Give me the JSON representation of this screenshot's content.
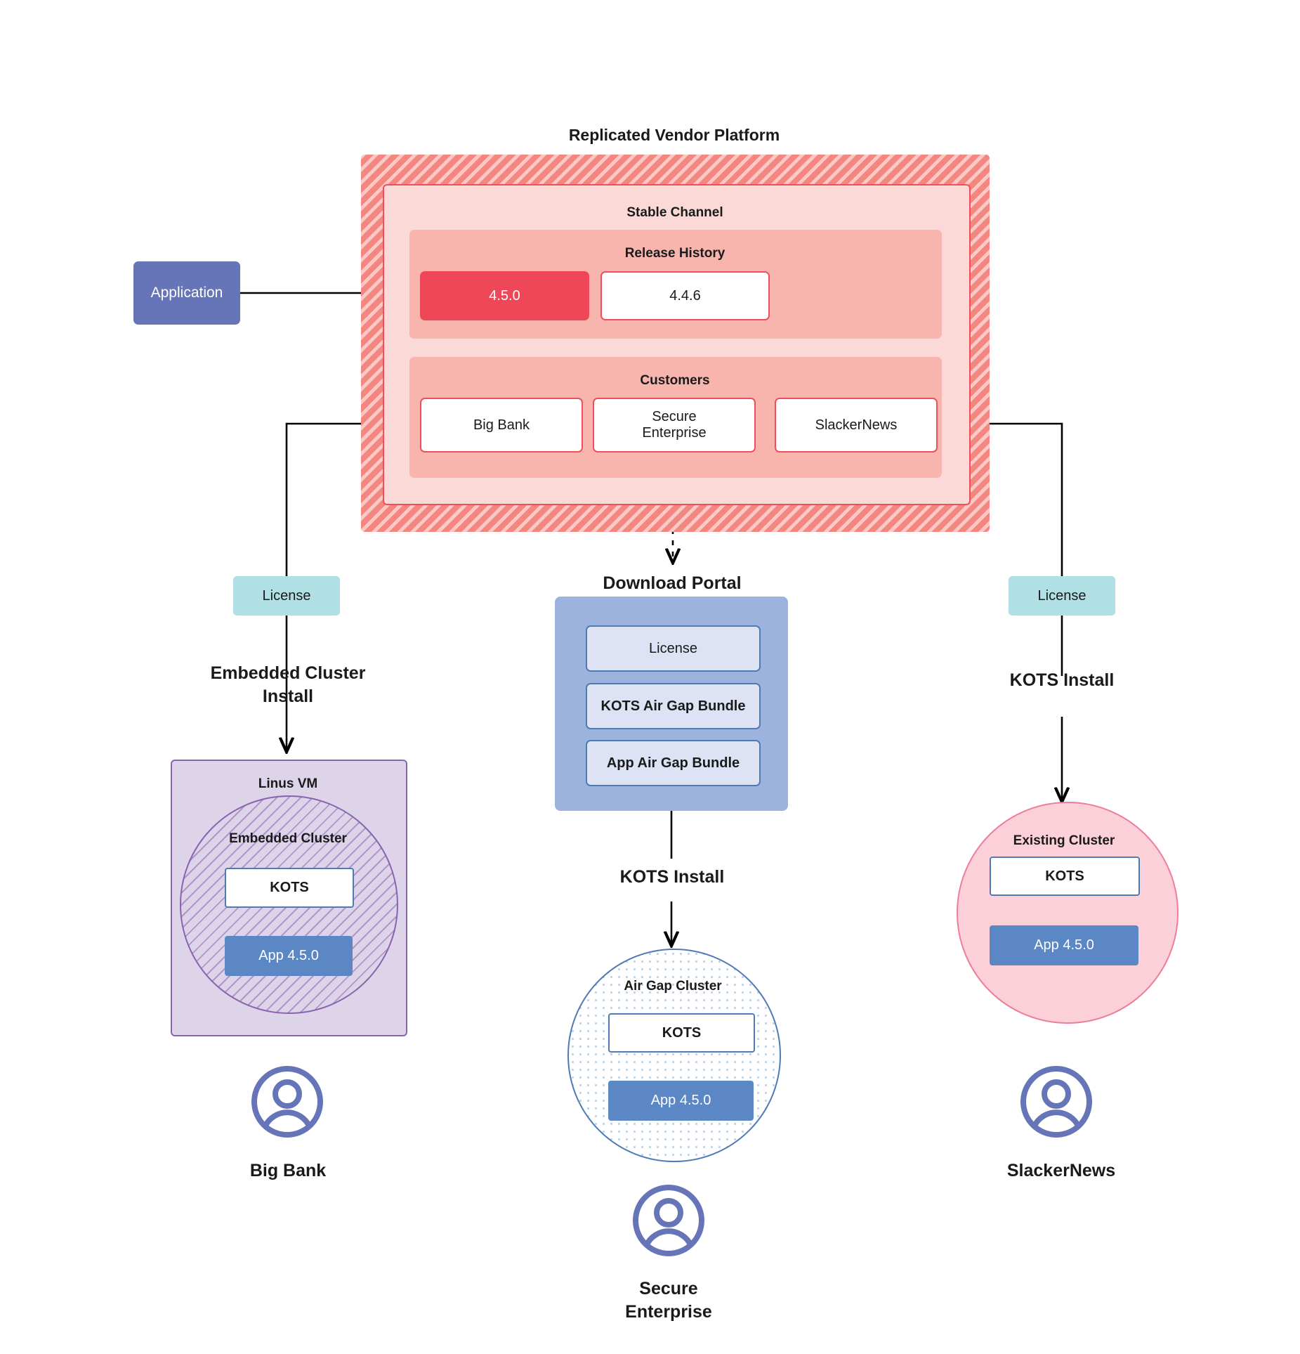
{
  "diagram": {
    "title": "Replicated Vendor Platform"
  },
  "application": {
    "label": "Application"
  },
  "vendor_platform": {
    "title": "Replicated Vendor Platform",
    "stable_channel": {
      "label": "Stable Channel",
      "release_history": {
        "label": "Release History",
        "releases": [
          {
            "version": "4.5.0",
            "state": "current"
          },
          {
            "version": "4.4.6",
            "state": "previous"
          }
        ]
      },
      "customers": {
        "label": "Customers",
        "items": [
          {
            "name": "Big Bank"
          },
          {
            "name": "Secure\nEnterprise"
          },
          {
            "name": "SlackerNews"
          }
        ]
      }
    }
  },
  "left_path": {
    "license_label": "License",
    "install_label": "Embedded Cluster\nInstall",
    "vm": {
      "label": "Linus VM",
      "cluster_label": "Embedded Cluster",
      "kots_label": "KOTS",
      "app_label": "App 4.5.0"
    },
    "persona": "Big Bank"
  },
  "center_path": {
    "portal_title": "Download  Portal",
    "portal_items": [
      {
        "label": "License"
      },
      {
        "label": "KOTS Air Gap Bundle"
      },
      {
        "label": "App Air Gap Bundle"
      }
    ],
    "install_label": "KOTS Install",
    "cluster": {
      "label": "Air Gap Cluster",
      "kots_label": "KOTS",
      "app_label": "App 4.5.0"
    },
    "persona": "Secure\nEnterprise"
  },
  "right_path": {
    "license_label": "License",
    "install_label": "KOTS Install",
    "cluster": {
      "label": "Existing Cluster",
      "kots_label": "KOTS",
      "app_label": "App 4.5.0"
    },
    "persona": "SlackerNews"
  },
  "colors": {
    "vendor_hatch": "#f3867f",
    "stable_channel_bg": "#fbd9d6",
    "release_band_bg": "#f8b5ae",
    "release_current": "#ee4757",
    "accent_red": "#ef4e5a",
    "application_blue": "#6674b8",
    "license_cyan": "#b0e0e6",
    "portal_blue": "#9cb3de",
    "portal_item_blue": "#dde3f4",
    "kots_border": "#4e7ab5",
    "app_blue": "#5b87c5",
    "vm_purple": "#ddd4ea",
    "vm_border": "#8a63ae",
    "existing_pink": "#fbd0d9",
    "existing_border": "#ee7d9c",
    "person_icon": "#6674b8"
  }
}
